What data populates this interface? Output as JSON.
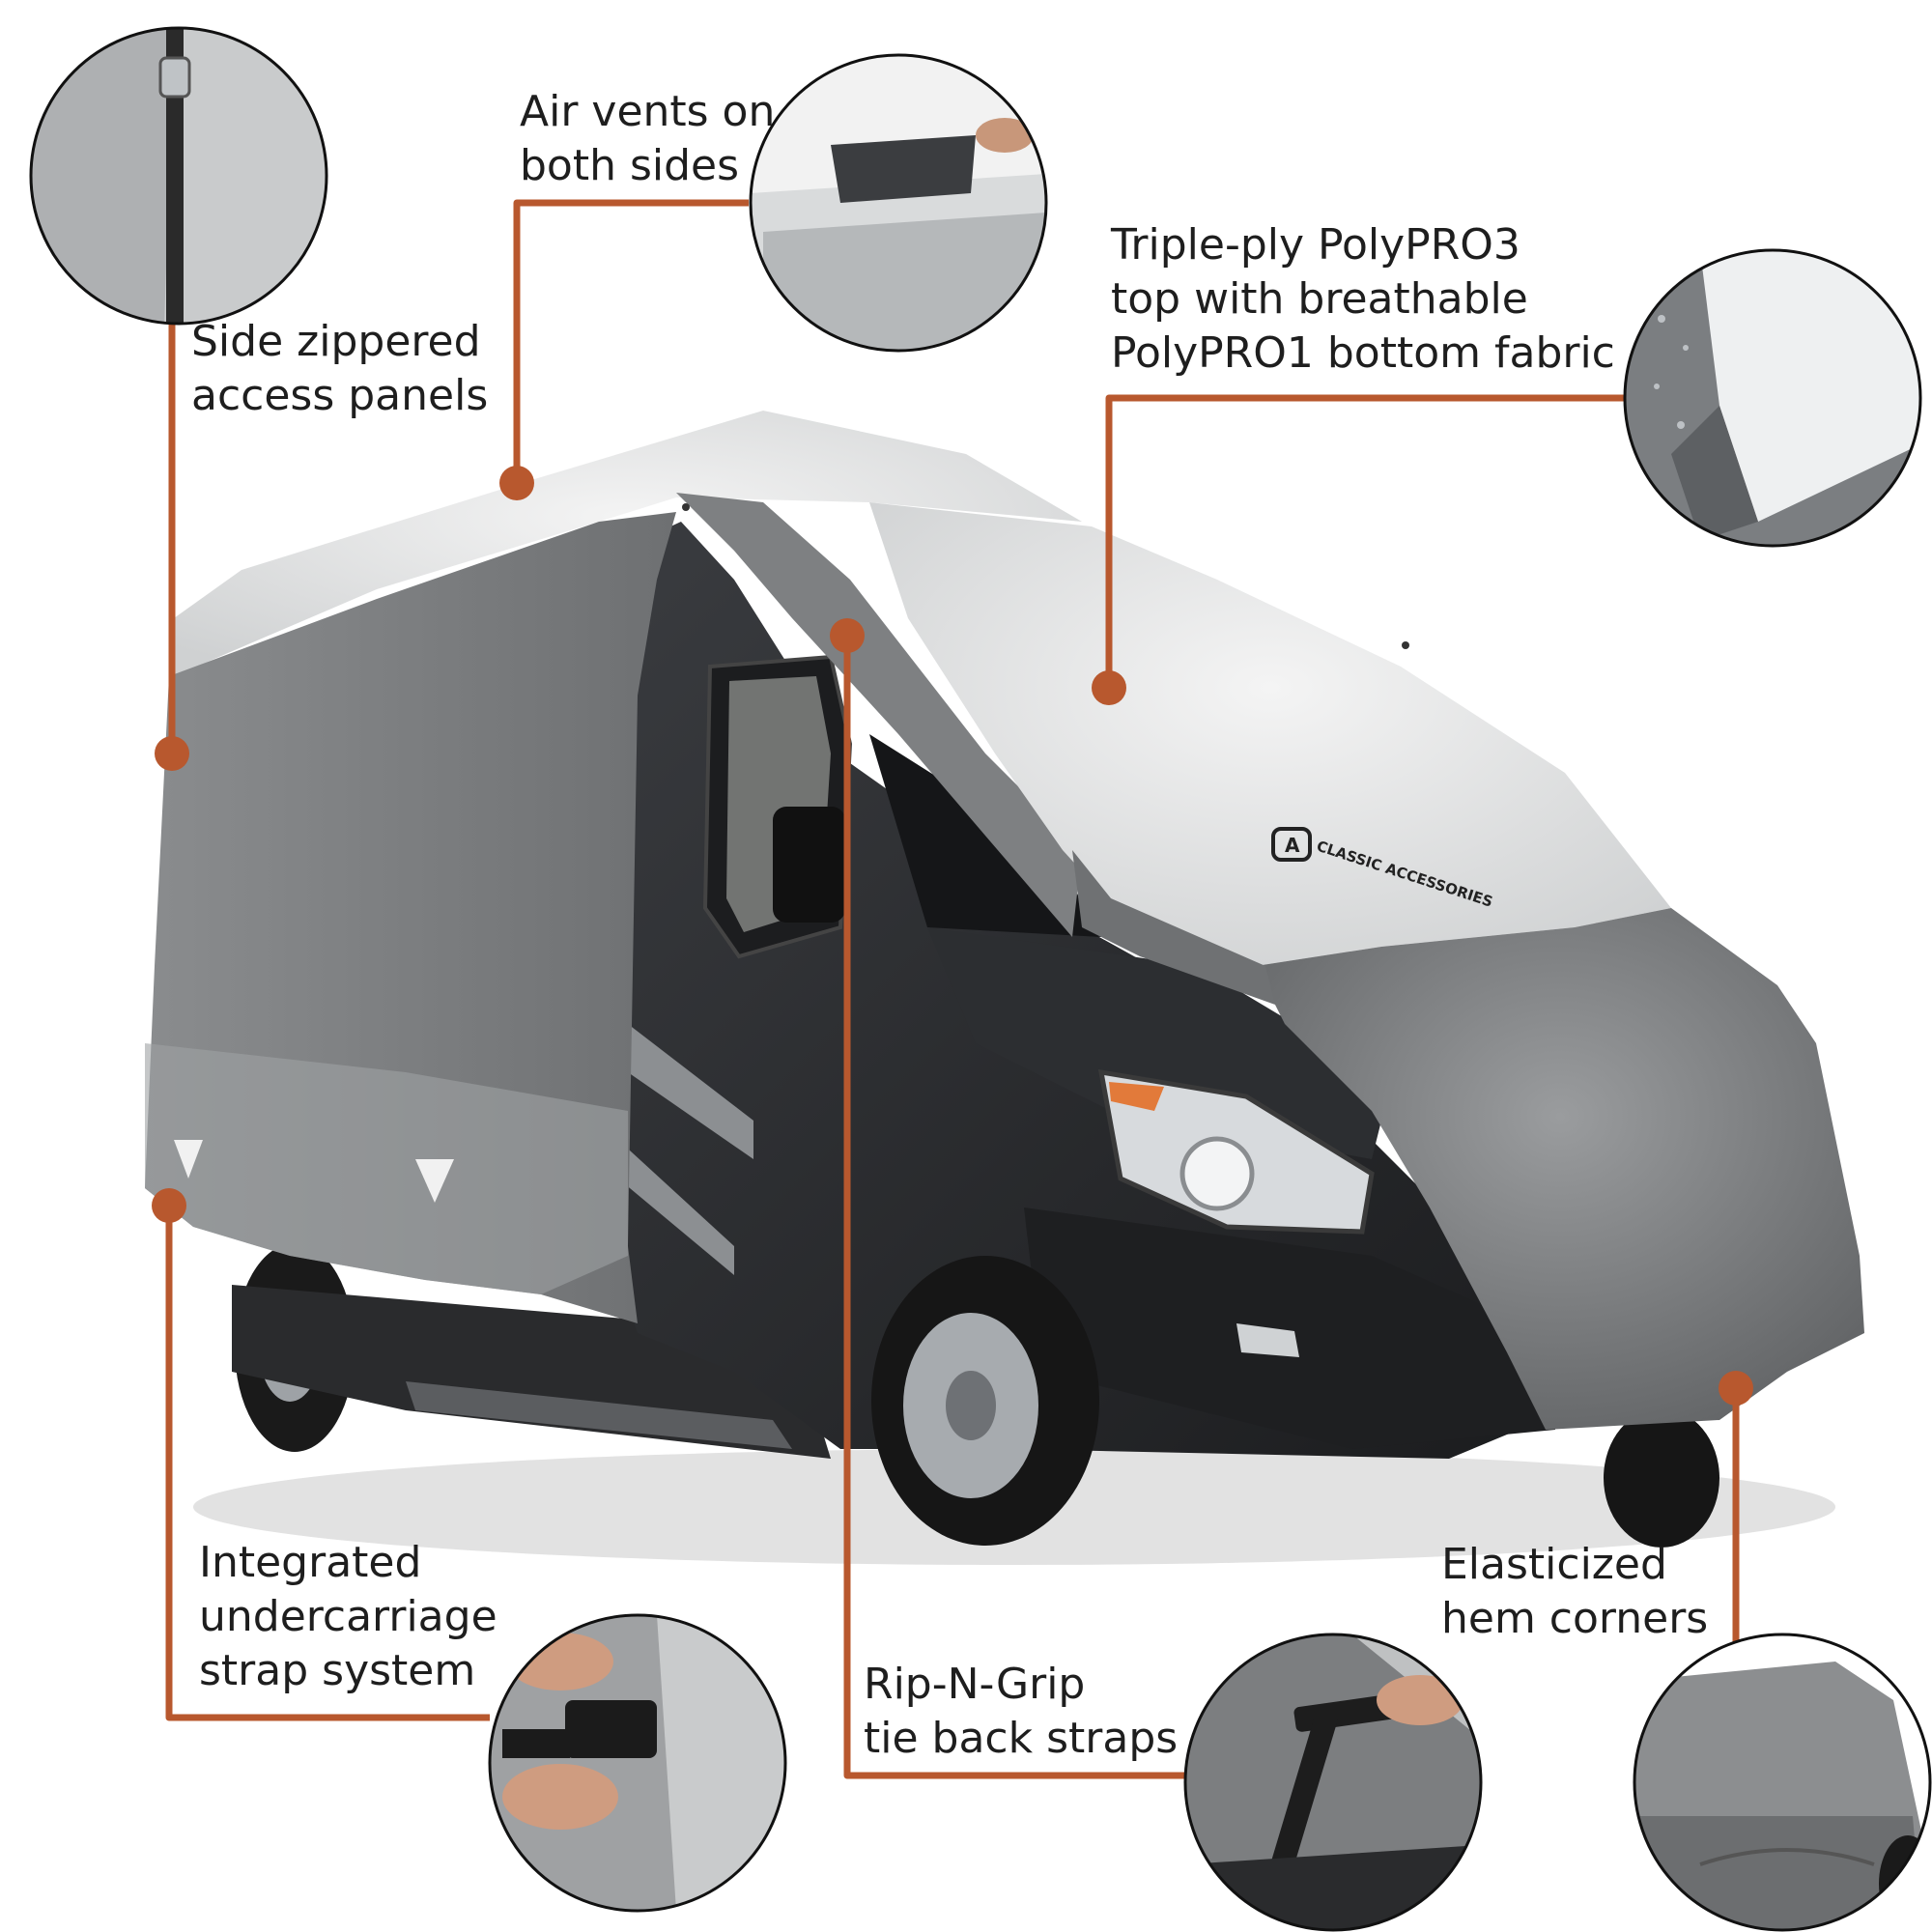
{
  "colors": {
    "leader": "#b8582e",
    "cover_dark": "#7d7f81",
    "cover_light": "#e9eaea",
    "van_body": "#2b2d30"
  },
  "logo": {
    "text": "CLASSIC ACCESSORIES"
  },
  "callouts": [
    {
      "id": "zipper",
      "lines": [
        "Side zippered",
        "access panels"
      ],
      "icon": "zipper-detail-icon"
    },
    {
      "id": "vents",
      "lines": [
        "Air vents on",
        "both sides"
      ],
      "icon": "air-vent-detail-icon"
    },
    {
      "id": "fabric",
      "lines": [
        "Triple-ply PolyPRO3",
        "top with breathable",
        "PolyPRO1 bottom fabric"
      ],
      "icon": "fabric-detail-icon"
    },
    {
      "id": "strap",
      "lines": [
        "Integrated",
        "undercarriage",
        "strap system"
      ],
      "icon": "buckle-detail-icon"
    },
    {
      "id": "ripgrip",
      "lines": [
        "Rip-N-Grip",
        "tie back straps"
      ],
      "icon": "velcro-strap-detail-icon"
    },
    {
      "id": "hem",
      "lines": [
        "Elasticized",
        "hem corners"
      ],
      "icon": "hem-corner-detail-icon"
    }
  ]
}
